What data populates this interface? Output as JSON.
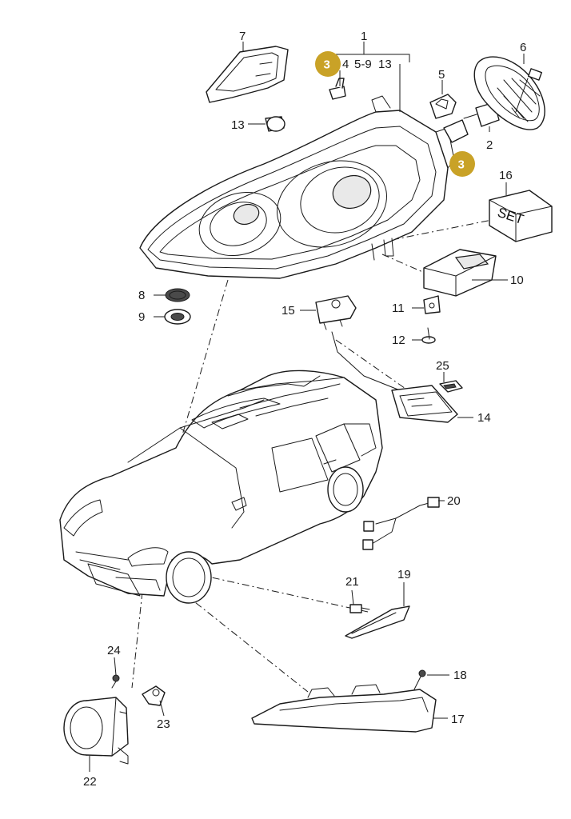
{
  "callouts": {
    "c1": "1",
    "c1_range": "5-9",
    "c1_13": "13",
    "c1_first": "4",
    "c2": "2",
    "c3a": "3",
    "c3b": "3",
    "c5": "5",
    "c6": "6",
    "c7": "7",
    "c8": "8",
    "c9": "9",
    "c10": "10",
    "c11": "11",
    "c12": "12",
    "c13": "13",
    "c14": "14",
    "c15": "15",
    "c16": "16",
    "c17": "17",
    "c18": "18",
    "c19": "19",
    "c20": "20",
    "c21": "21",
    "c22": "22",
    "c23": "23",
    "c24": "24",
    "c25": "25"
  },
  "set_box_text": "SET",
  "colors": {
    "badge": "#C9A227",
    "line": "#1a1a1a",
    "background": "#ffffff"
  }
}
